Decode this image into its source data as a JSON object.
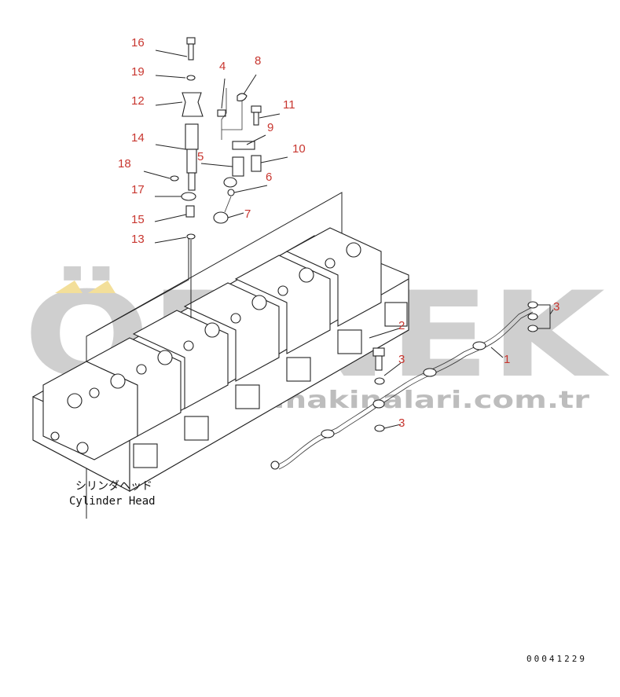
{
  "callouts": {
    "p16": "16",
    "p19": "19",
    "p12": "12",
    "p14": "14",
    "p18": "18",
    "p17": "17",
    "p15": "15",
    "p13": "13",
    "p4": "4",
    "p8": "8",
    "p11": "11",
    "p9": "9",
    "p10": "10",
    "p5": "5",
    "p6": "6",
    "p7": "7",
    "p2": "2",
    "p3a": "3",
    "p3b": "3",
    "p3c": "3",
    "p1": "1"
  },
  "caption": {
    "japanese": "シリンダヘッド",
    "english": "Cylinder Head"
  },
  "drawing_number": "00041229",
  "watermark": {
    "brand": "ÖRNEK",
    "url": "www.ornekmakinalari.com.tr"
  },
  "colors": {
    "callout": "#c8362f",
    "watermark": "#cfcfcf",
    "watermark_accent": "#f3df9a"
  }
}
